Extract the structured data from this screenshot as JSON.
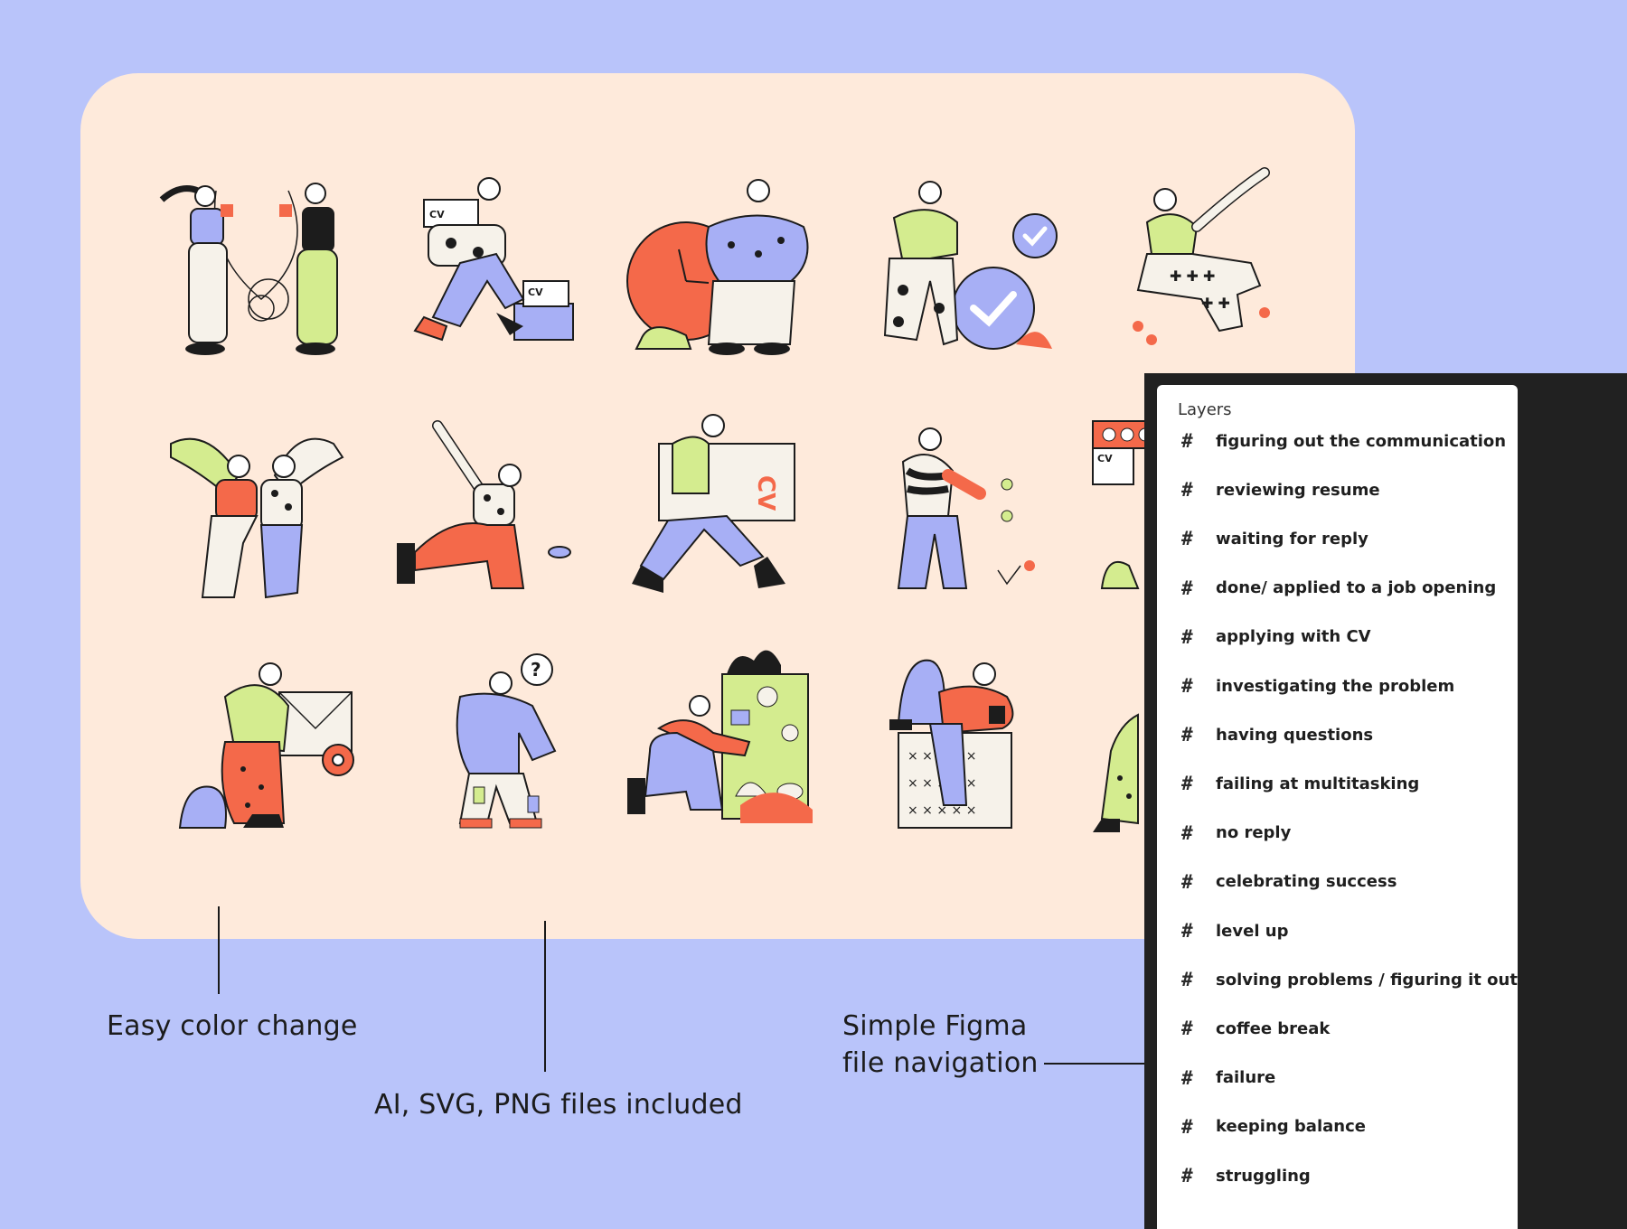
{
  "colors": {
    "background": "#b9c4fa",
    "card": "#feeadb",
    "coral": "#f4694a",
    "lime": "#d4ec8f",
    "lavender": "#a7aff5",
    "cream": "#f6f2ea",
    "ink": "#1c1c1c",
    "panel_dark": "#212121"
  },
  "illustrations": [
    {
      "name": "figuring out the communication",
      "icon": "two-people-tangled-line"
    },
    {
      "name": "reviewing resume",
      "icon": "person-carrying-cv-box"
    },
    {
      "name": "waiting for reply",
      "icon": "person-sitting-by-clock"
    },
    {
      "name": "done/ applied to a job opening",
      "icon": "person-with-checkmarks"
    },
    {
      "name": "level up",
      "icon": "person-jumping"
    },
    {
      "name": "celebrating success",
      "icon": "two-people-dancing"
    },
    {
      "name": "keeping balance",
      "icon": "person-balancing"
    },
    {
      "name": "applying with CV",
      "icon": "person-walking-with-cv"
    },
    {
      "name": "failing at multitasking",
      "icon": "person-juggling"
    },
    {
      "name": "investigating the problem",
      "icon": "person-with-browser-window"
    },
    {
      "name": "no reply",
      "icon": "person-with-envelope"
    },
    {
      "name": "having questions",
      "icon": "person-with-question-bubble"
    },
    {
      "name": "solving problems / figuring it out",
      "icon": "person-assembling-shapes"
    },
    {
      "name": "coffee break",
      "icon": "person-sitting-with-coffee"
    },
    {
      "name": "struggling",
      "icon": "person-partially-hidden"
    }
  ],
  "illustration_cv_label": "CV",
  "illustration_question_mark": "?",
  "captions": {
    "color_change": "Easy color change",
    "files_included": "AI, SVG, PNG files included",
    "figma_nav_line1": "Simple Figma",
    "figma_nav_line2": "file navigation"
  },
  "layers_panel": {
    "title": "Layers",
    "hash_icon": "#",
    "items": [
      "figuring out the communication",
      "reviewing resume",
      "waiting for reply",
      "done/ applied to a job opening",
      "applying with CV",
      "investigating the problem",
      "having questions",
      "failing at multitasking",
      "no reply",
      "celebrating success",
      "level up",
      "solving problems / figuring it out",
      "coffee break",
      "failure",
      "keeping balance",
      "struggling"
    ]
  }
}
